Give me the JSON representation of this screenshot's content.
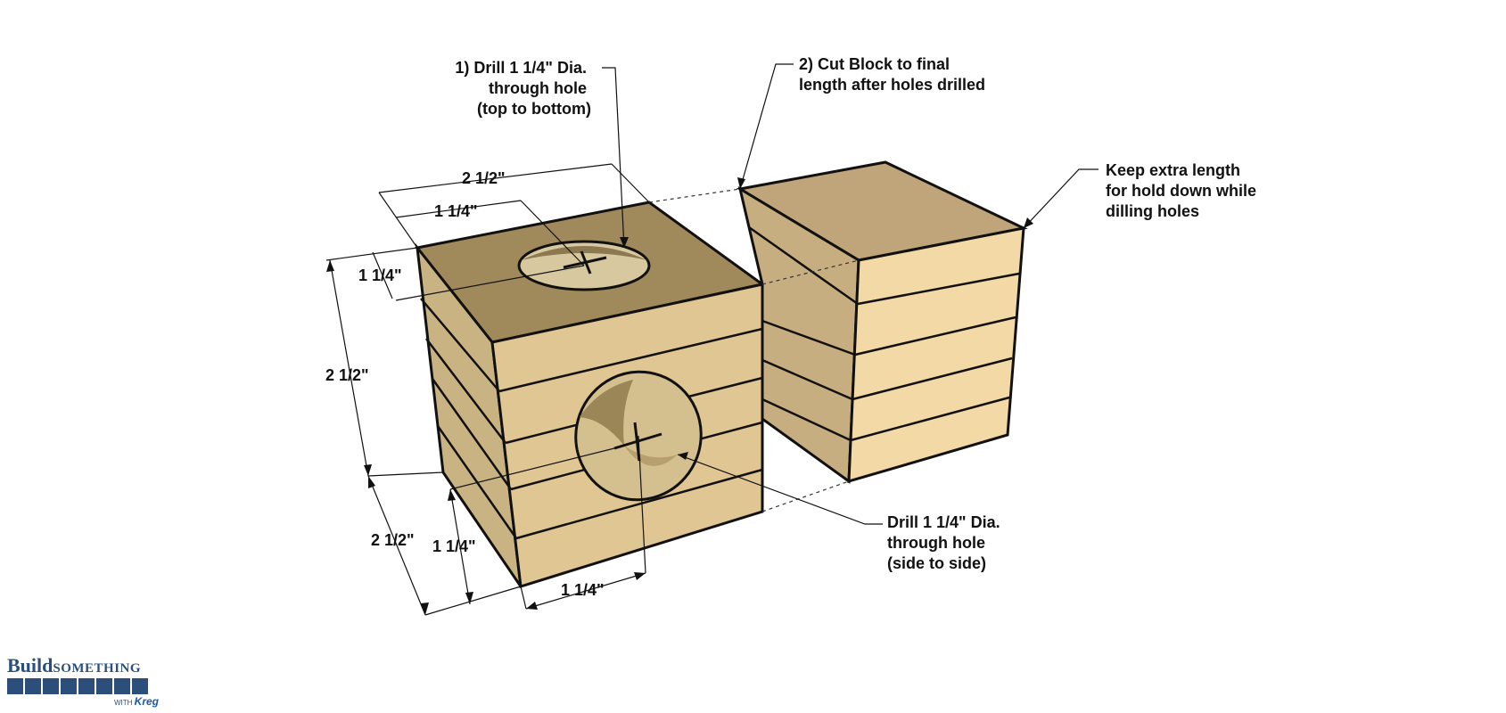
{
  "diagram": {
    "dimensions": {
      "top_width": "2 1/2\"",
      "top_half_width": "1 1/4\"",
      "top_half_depth": "1 1/4\"",
      "height": "2 1/2\"",
      "bottom_depth": "2 1/2\"",
      "side_half_height": "1 1/4\"",
      "side_half_width": "1 1/4\""
    },
    "notes": {
      "drill_top": [
        "1) Drill 1 1/4\" Dia.",
        "through hole",
        "(top to bottom)"
      ],
      "cut_block": [
        "2) Cut Block to final",
        "length after holes drilled"
      ],
      "extra_length": [
        "Keep extra length",
        "for hold down while",
        "dilling holes"
      ],
      "drill_side": [
        "Drill 1 1/4\" Dia.",
        "through hole",
        "(side to side)"
      ]
    }
  },
  "logo": {
    "build": "Build",
    "something": "SOMETHING",
    "with": "WITH",
    "brand": "Kreg"
  },
  "colors": {
    "top_face": "#a08a5c",
    "left_face": "#c9b383",
    "front_face": "#e0c693",
    "right_block_top": "#bfa579",
    "right_block_left": "#c7ae80",
    "right_block_front": "#f3d9a6",
    "hole_fill": "#d8c8a0",
    "outline": "#111111"
  }
}
